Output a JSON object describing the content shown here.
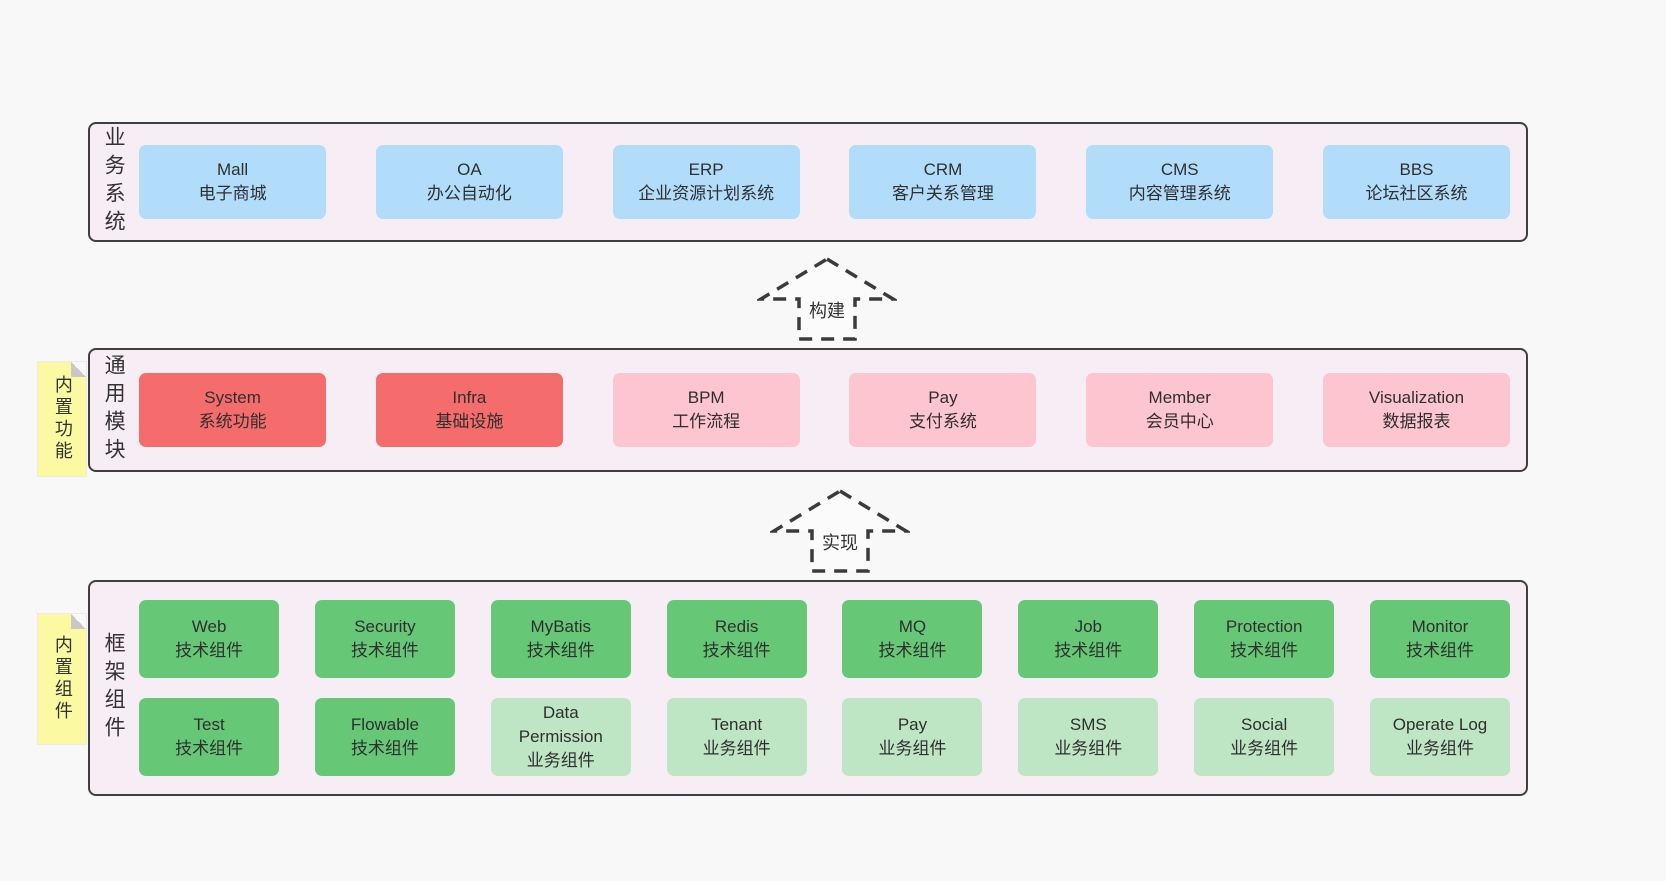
{
  "colors": {
    "page_bg": "#f8f8f8",
    "band_bg": "#f7edf5",
    "band_border": "#3f3f3f",
    "blue_box": "#b1ddfa",
    "red_box": "#f56c6c",
    "pink_box": "#fcc5cf",
    "green_dark_box": "#66c877",
    "green_light_box": "#bee5c4",
    "sticky_note": "#fbf9a2",
    "text": "#333333"
  },
  "bands": [
    {
      "label": "业务系统",
      "boxes": [
        {
          "title": "Mall",
          "subtitle": "电子商城"
        },
        {
          "title": "OA",
          "subtitle": "办公自动化"
        },
        {
          "title": "ERP",
          "subtitle": "企业资源计划系统"
        },
        {
          "title": "CRM",
          "subtitle": "客户关系管理"
        },
        {
          "title": "CMS",
          "subtitle": "内容管理系统"
        },
        {
          "title": "BBS",
          "subtitle": "论坛社区系统"
        }
      ]
    },
    {
      "label": "通用模块",
      "note": "内置功能",
      "boxes": [
        {
          "title": "System",
          "subtitle": "系统功能"
        },
        {
          "title": "Infra",
          "subtitle": "基础设施"
        },
        {
          "title": "BPM",
          "subtitle": "工作流程"
        },
        {
          "title": "Pay",
          "subtitle": "支付系统"
        },
        {
          "title": "Member",
          "subtitle": "会员中心"
        },
        {
          "title": "Visualization",
          "subtitle": "数据报表"
        }
      ]
    },
    {
      "label": "框架组件",
      "note": "内置组件",
      "rows": [
        [
          {
            "title": "Web",
            "subtitle": "技术组件"
          },
          {
            "title": "Security",
            "subtitle": "技术组件"
          },
          {
            "title": "MyBatis",
            "subtitle": "技术组件"
          },
          {
            "title": "Redis",
            "subtitle": "技术组件"
          },
          {
            "title": "MQ",
            "subtitle": "技术组件"
          },
          {
            "title": "Job",
            "subtitle": "技术组件"
          },
          {
            "title": "Protection",
            "subtitle": "技术组件"
          },
          {
            "title": "Monitor",
            "subtitle": "技术组件"
          }
        ],
        [
          {
            "title": "Test",
            "subtitle": "技术组件"
          },
          {
            "title": "Flowable",
            "subtitle": "技术组件"
          },
          {
            "title": "Data Permission",
            "subtitle": "业务组件"
          },
          {
            "title": "Tenant",
            "subtitle": "业务组件"
          },
          {
            "title": "Pay",
            "subtitle": "业务组件"
          },
          {
            "title": "SMS",
            "subtitle": "业务组件"
          },
          {
            "title": "Social",
            "subtitle": "业务组件"
          },
          {
            "title": "Operate Log",
            "subtitle": "业务组件"
          }
        ]
      ]
    }
  ],
  "arrows": [
    {
      "label": "构建"
    },
    {
      "label": "实现"
    }
  ]
}
